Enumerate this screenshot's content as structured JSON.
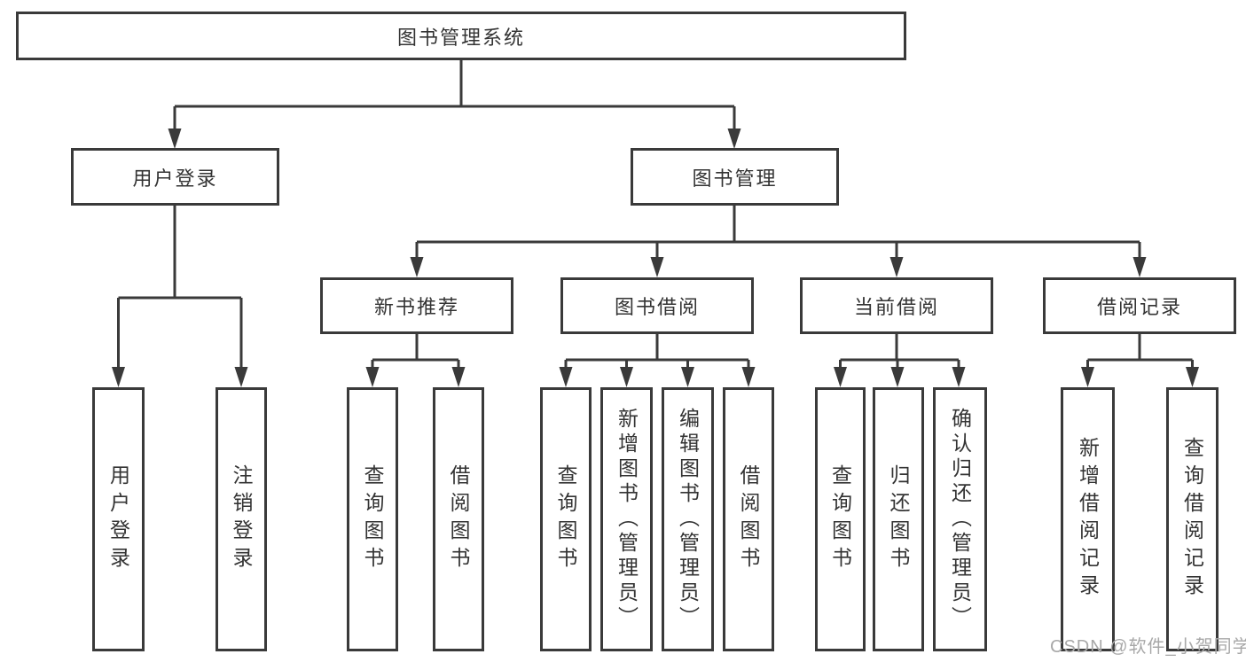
{
  "diagram_title": "图书管理系统",
  "colors": {
    "line": "#3a3a3a",
    "text": "#333333",
    "background": "#ffffff",
    "watermark": "#a8a8a8"
  },
  "tree": {
    "root": {
      "label": "图书管理系统"
    },
    "branches": [
      {
        "label": "用户登录",
        "children": [
          {
            "label": "用户登录"
          },
          {
            "label": "注销登录"
          }
        ]
      },
      {
        "label": "图书管理",
        "children": [
          {
            "label": "新书推荐",
            "children": [
              {
                "label": "查询图书"
              },
              {
                "label": "借阅图书"
              }
            ]
          },
          {
            "label": "图书借阅",
            "children": [
              {
                "label": "查询图书"
              },
              {
                "label": "新增图书（管理员）"
              },
              {
                "label": "编辑图书（管理员）"
              },
              {
                "label": "借阅图书"
              }
            ]
          },
          {
            "label": "当前借阅",
            "children": [
              {
                "label": "查询图书"
              },
              {
                "label": "归还图书"
              },
              {
                "label": "确认归还（管理员）"
              }
            ]
          },
          {
            "label": "借阅记录",
            "children": [
              {
                "label": "新增借阅记录"
              },
              {
                "label": "查询借阅记录"
              }
            ]
          }
        ]
      }
    ]
  },
  "watermark": {
    "text": "CSDN @软件_小贺同学"
  }
}
